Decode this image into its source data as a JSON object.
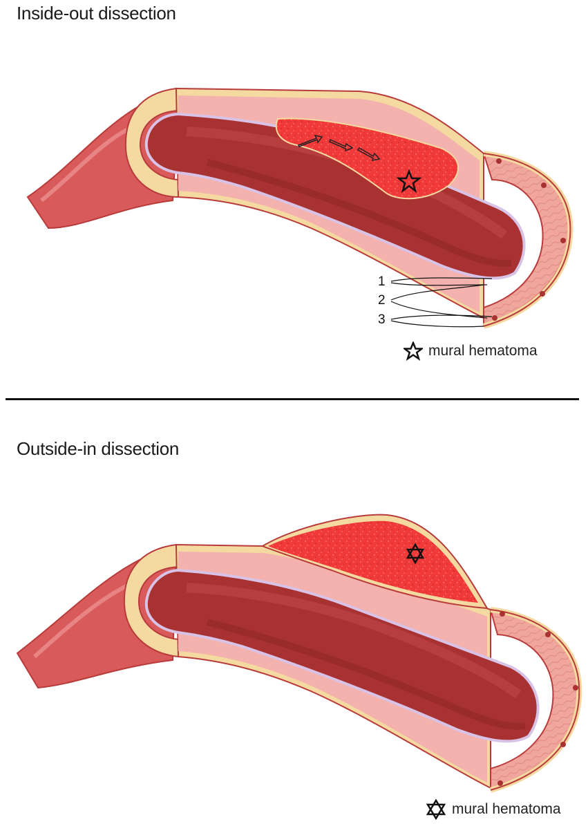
{
  "panels": [
    {
      "title": "Inside-out dissection",
      "layer_labels": [
        "1",
        "2",
        "3"
      ],
      "legend": {
        "icon": "five-point-star-icon",
        "text": "mural hematoma"
      }
    },
    {
      "title": "Outside-in dissection",
      "legend": {
        "icon": "six-point-star-icon",
        "text": "mural hematoma"
      }
    }
  ],
  "colors": {
    "outer_wall": "#d95a5a",
    "outer_wall_dark": "#b83a3a",
    "adventitia": "#f4d9a0",
    "media": "#f3b2ae",
    "intima": "#d8c3e6",
    "lumen": "#a83232",
    "lumen_dark": "#8c2424",
    "hematoma": "#f03a3a"
  }
}
